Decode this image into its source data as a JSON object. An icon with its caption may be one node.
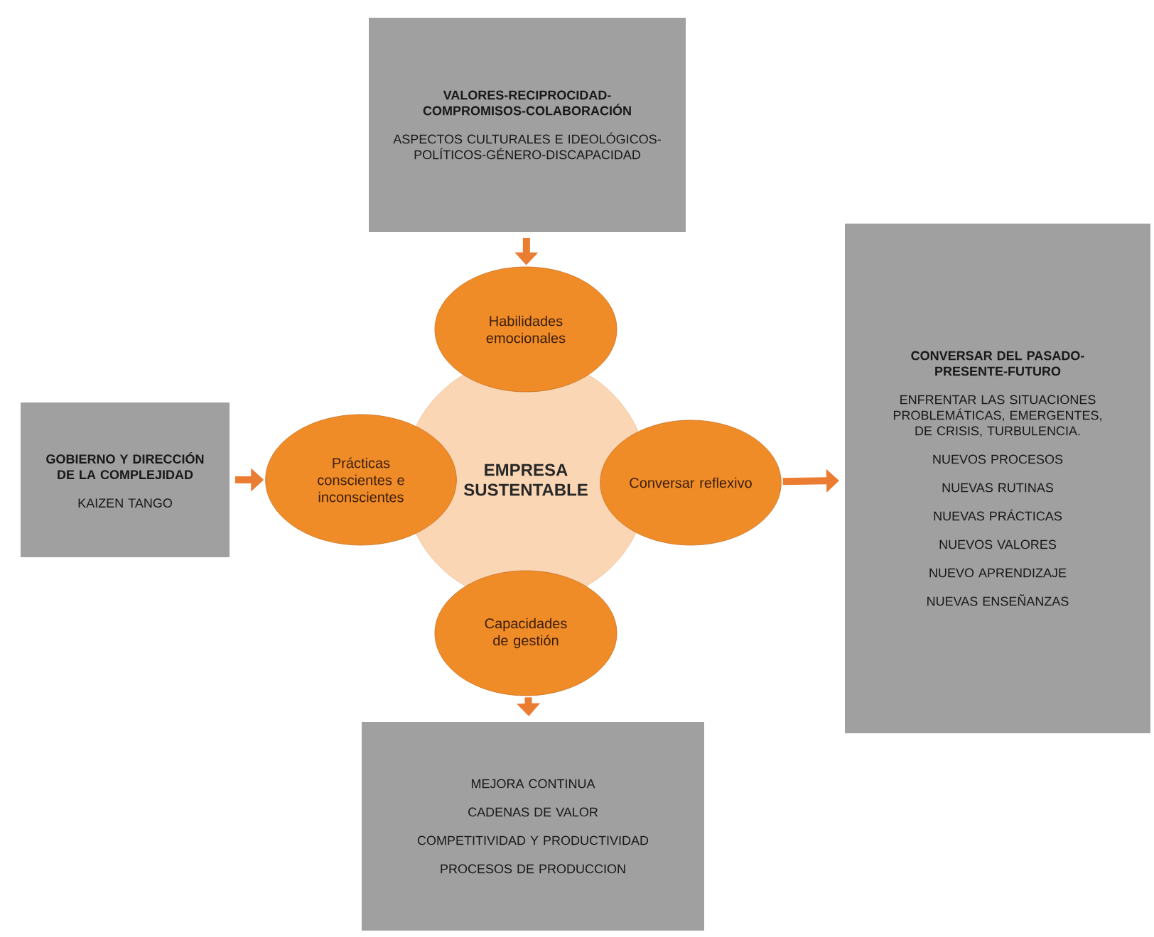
{
  "diagram": {
    "nodes": [
      {
        "text": [
          "EMPRESA SUSTENTABLE"
        ]
      },
      {
        "text": [
          "Habilidades emocionales"
        ]
      },
      {
        "text": [
          "Prácticas conscientes e inconscientes"
        ]
      },
      {
        "text": [
          "Conversar reflexivo"
        ]
      },
      {
        "text": [
          "Capacidades de gestión"
        ]
      },
      {
        "text": [
          "VALORES-RECIPROCIDAD-COMPROMISOS-COLABORACIÓN",
          "ASPECTOS CULTURALES E IDEOLÓGICOS-POLÍTICOS-GÉNERO-DISCAPACIDAD"
        ]
      },
      {
        "text": [
          "GOBIERNO Y DIRECCIÓN DE LA COMPLEJIDAD",
          "KAIZEN TANGO"
        ]
      },
      {
        "text": [
          "CONVERSAR DEL PASADO-PRESENTE-FUTURO",
          "ENFRENTAR LAS SITUACIONES PROBLEMÁTICAS, EMERGENTES, DE CRISIS, TURBULENCIA.",
          "NUEVOS PROCESOS",
          "NUEVAS RUTINAS",
          "NUEVAS PRÁCTICAS",
          "NUEVOS VALORES",
          "NUEVO APRENDIZAJE",
          "NUEVAS ENSEÑANZAS"
        ]
      },
      {
        "text": [
          "MEJORA CONTINUA",
          "CADENAS DE VALOR",
          "COMPETITIVIDAD Y PRODUCTIVIDAD",
          "PROCESOS DE PRODUCCION"
        ]
      }
    ],
    "edges": [
      {
        "from": 5,
        "to": 1,
        "arrow": "to"
      },
      {
        "from": 6,
        "to": 2,
        "arrow": "to"
      },
      {
        "from": 3,
        "to": 7,
        "arrow": "to"
      },
      {
        "from": 4,
        "to": 8,
        "arrow": "to"
      }
    ]
  }
}
